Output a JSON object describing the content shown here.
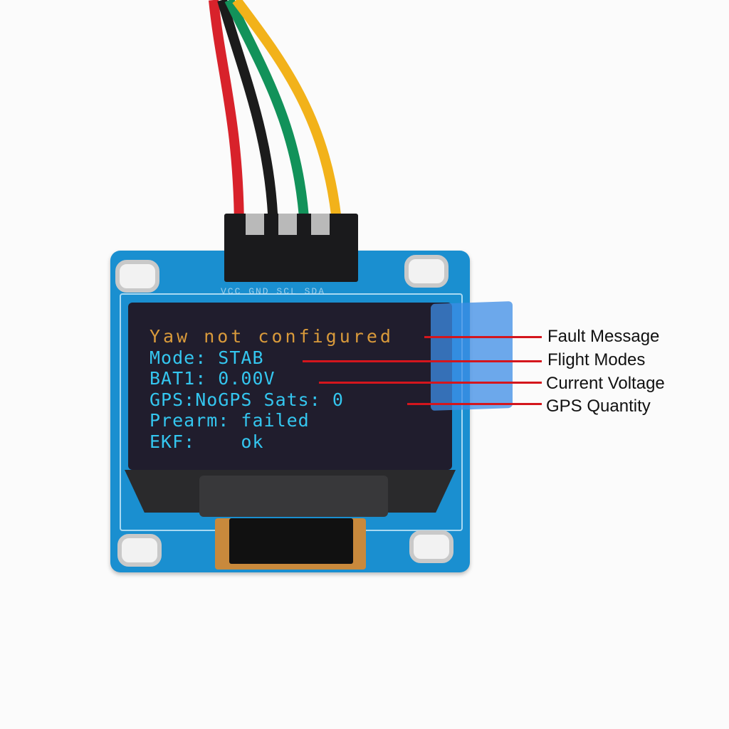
{
  "scene": "0.96 inch OLED display module connected with 4 colored jumper wires, annotated with red leader lines",
  "connector": {
    "wires": [
      "red",
      "black",
      "green",
      "yellow"
    ],
    "silkscreen": "VCC GND SCL SDA"
  },
  "oled_display": {
    "lines": [
      "Yaw not configured",
      "Mode: STAB",
      "BAT1: 0.00V",
      "GPS:NoGPS Sats: 0",
      "Prearm: failed",
      "EKF:    ok"
    ],
    "fault_color": "#d99a3b",
    "text_color": "#34c6ef"
  },
  "annotations": [
    {
      "label": "Fault Message",
      "points_to": "Yaw not configured"
    },
    {
      "label": "Flight Modes",
      "points_to": "Mode: STAB"
    },
    {
      "label": "Current Voltage",
      "points_to": "BAT1: 0.00V"
    },
    {
      "label": "GPS Quantity",
      "points_to": "Sats: 0"
    }
  ],
  "colors": {
    "leader_line": "#d4161d",
    "pcb": "#1a8fd0",
    "background": "#fbfbfb"
  }
}
